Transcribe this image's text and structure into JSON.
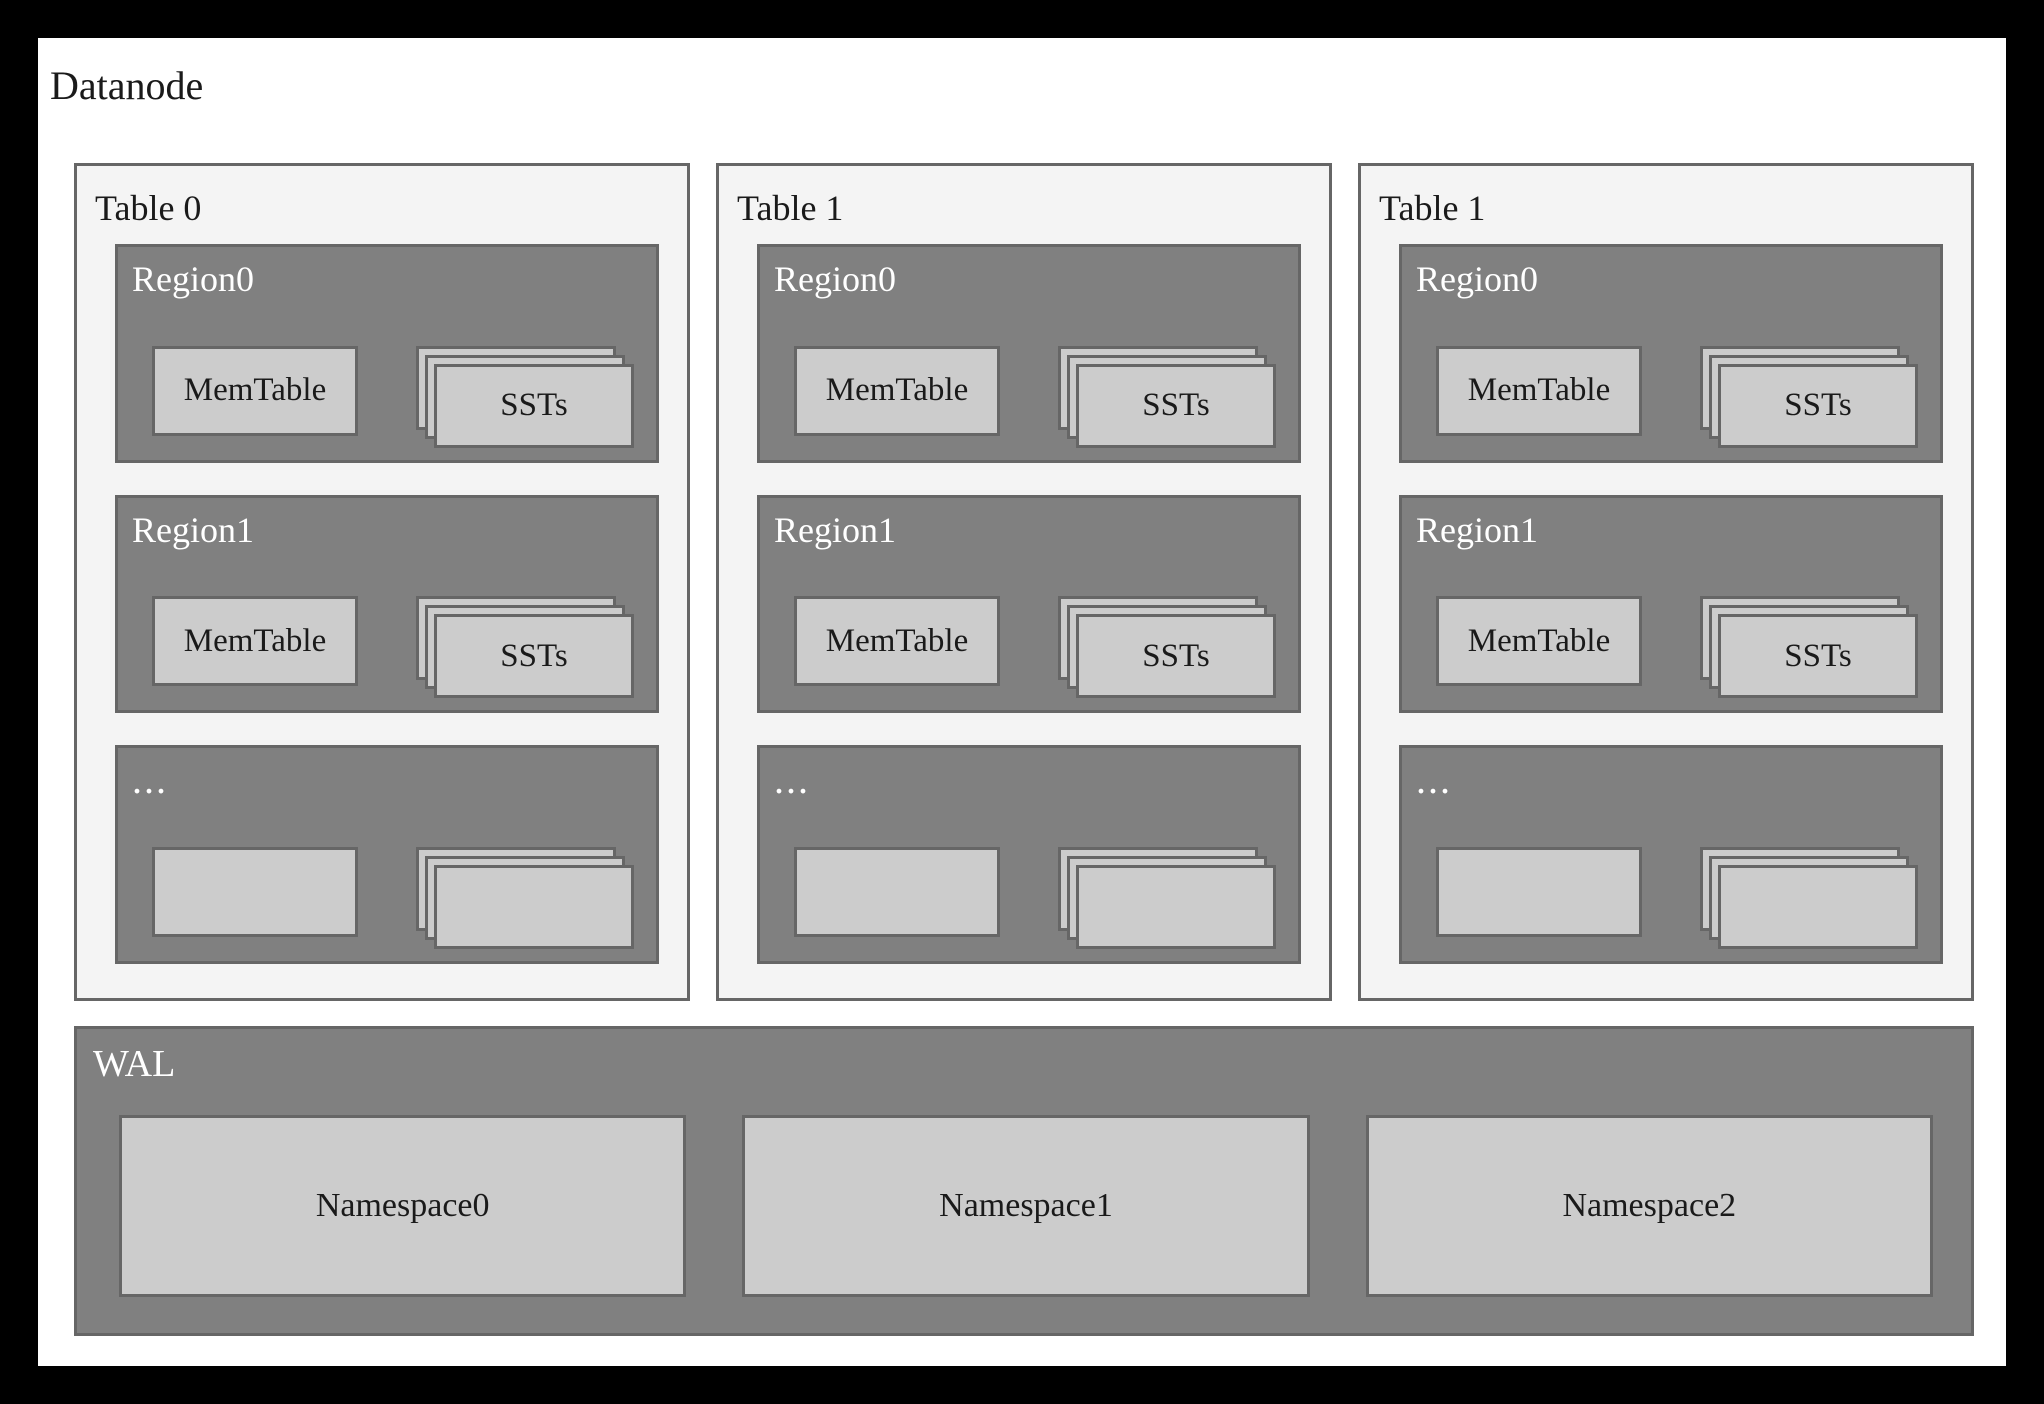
{
  "diagram": {
    "title": "Datanode",
    "colors": {
      "frame": "#000000",
      "page_background": "#ffffff",
      "table_background": "#f4f4f4",
      "region_background": "#808080",
      "box_background": "#cccccc",
      "border": "#666666",
      "dark_text": "#1a1a1a",
      "light_text": "#ffffff"
    },
    "tables": [
      {
        "label": "Table 0",
        "regions": [
          {
            "label": "Region0",
            "is_ellipsis": false,
            "memtable": "MemTable",
            "ssts": "SSTs",
            "stack_layers": 3
          },
          {
            "label": "Region1",
            "is_ellipsis": false,
            "memtable": "MemTable",
            "ssts": "SSTs",
            "stack_layers": 3
          },
          {
            "label": "...",
            "is_ellipsis": true,
            "memtable": "",
            "ssts": "",
            "stack_layers": 3
          }
        ]
      },
      {
        "label": "Table 1",
        "regions": [
          {
            "label": "Region0",
            "is_ellipsis": false,
            "memtable": "MemTable",
            "ssts": "SSTs",
            "stack_layers": 3
          },
          {
            "label": "Region1",
            "is_ellipsis": false,
            "memtable": "MemTable",
            "ssts": "SSTs",
            "stack_layers": 3
          },
          {
            "label": "...",
            "is_ellipsis": true,
            "memtable": "",
            "ssts": "",
            "stack_layers": 3
          }
        ]
      },
      {
        "label": "Table 1",
        "regions": [
          {
            "label": "Region0",
            "is_ellipsis": false,
            "memtable": "MemTable",
            "ssts": "SSTs",
            "stack_layers": 3
          },
          {
            "label": "Region1",
            "is_ellipsis": false,
            "memtable": "MemTable",
            "ssts": "SSTs",
            "stack_layers": 3
          },
          {
            "label": "...",
            "is_ellipsis": true,
            "memtable": "",
            "ssts": "",
            "stack_layers": 3
          }
        ]
      }
    ],
    "wal": {
      "label": "WAL",
      "namespaces": [
        "Namespace0",
        "Namespace1",
        "Namespace2"
      ]
    }
  }
}
